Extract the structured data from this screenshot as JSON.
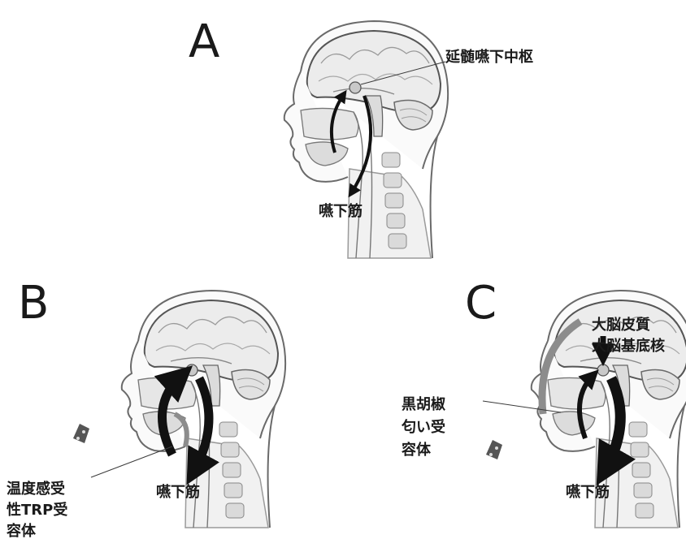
{
  "panels": {
    "a": {
      "letter": "A",
      "center_label": "延髄嚥下中枢",
      "muscle_label": "嚥下筋"
    },
    "b": {
      "letter": "B",
      "muscle_label": "嚥下筋",
      "receptor_label_lines": [
        "温度感受",
        "性TRP受",
        "容体"
      ]
    },
    "c": {
      "letter": "C",
      "muscle_label": "嚥下筋",
      "cortex_label_lines": [
        "大脳皮質",
        "大脳基底核"
      ],
      "receptor_label_lines": [
        "黒胡椒",
        "匂い受",
        "容体"
      ]
    }
  },
  "colors": {
    "arrow": "#111111",
    "gray_arrow": "#8c8c8c",
    "center_dot": "#c9c9c9",
    "line": "#3a3a3a"
  }
}
